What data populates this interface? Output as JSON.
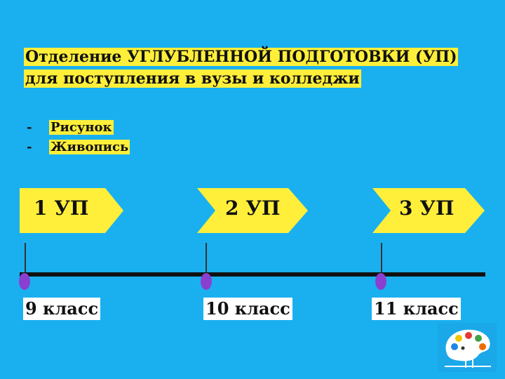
{
  "title": {
    "line1": "Отделение УГЛУБЛЕННОЙ ПОДГОТОВКИ (УП)",
    "line2": "для поступления в вузы и колледжи"
  },
  "subjects": [
    {
      "dash": "-",
      "label": "Рисунок"
    },
    {
      "dash": "-",
      "label": "Живопись"
    }
  ],
  "stages": [
    {
      "label": "1 УП",
      "grade": "9 класс"
    },
    {
      "label": "2 УП",
      "grade": "10 класс"
    },
    {
      "label": "3 УП",
      "grade": "11 класс"
    }
  ],
  "colors": {
    "background": "#1ab0ef",
    "highlight": "#ffef3a",
    "chevron": "#ffef3a",
    "dot": "#8a3fd0"
  },
  "logo": {
    "icon": "palette-bird-icon"
  }
}
